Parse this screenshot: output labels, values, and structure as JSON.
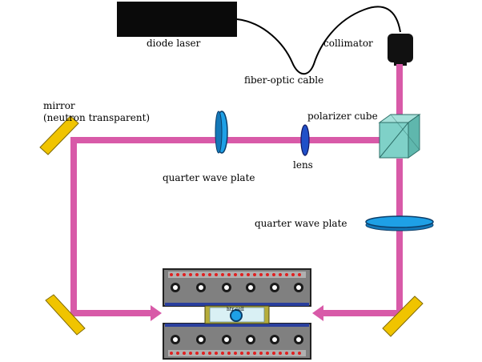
{
  "labels": {
    "diode_laser": "diode laser",
    "fiber_optic_cable": "fiber-optic cable",
    "collimator": "collimator",
    "mirror_line1": "mirror",
    "mirror_line2": "(neutron transparent)",
    "polarizer_cube": "polarizer cube",
    "quarter_wave_plate_top": "quarter wave plate",
    "lens": "lens",
    "quarter_wave_plate_right": "quarter wave plate",
    "htr_cell": "htr cell"
  },
  "colors": {
    "beam": "#d85aa8",
    "mirror": "#f0c400",
    "plate": "#1ea0e6",
    "cube": "#7fd1c8",
    "coil_box": "#808080",
    "coil_dots": "#e02020"
  }
}
